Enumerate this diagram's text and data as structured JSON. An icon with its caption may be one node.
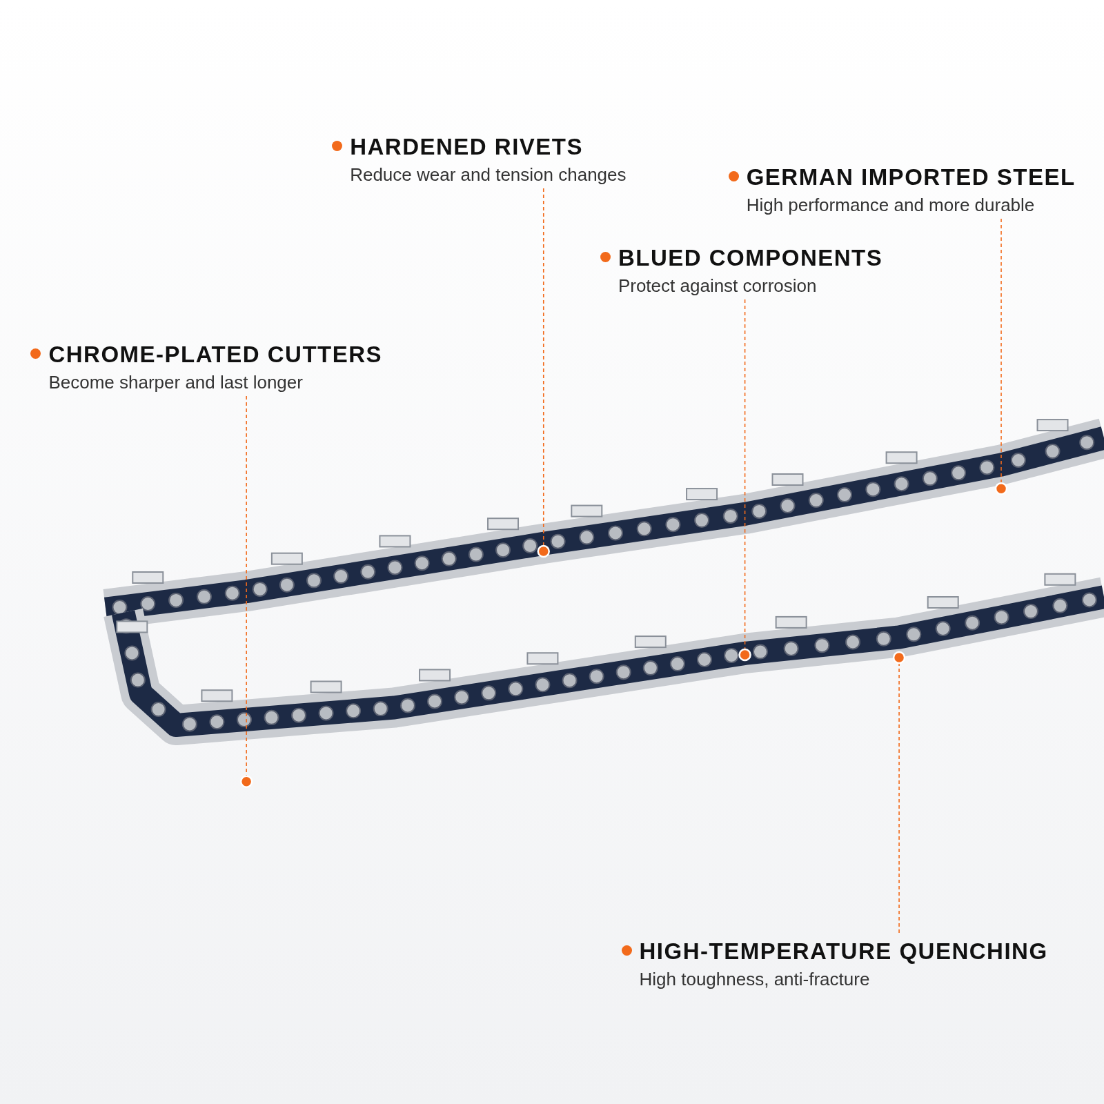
{
  "diagram": {
    "nodes": [
      {
        "text": [
          "HARDENED RIVETS",
          "Reduce wear and tension changes"
        ]
      },
      {
        "text": [
          "GERMAN IMPORTED STEEL",
          "High performance and more durable"
        ]
      },
      {
        "text": [
          "BLUED COMPONENTS",
          "Protect against corrosion"
        ]
      },
      {
        "text": [
          "CHROME-PLATED CUTTERS",
          "Become sharper and last longer"
        ]
      },
      {
        "text": [
          "HIGH-TEMPERATURE QUENCHING",
          "High toughness, anti-fracture"
        ]
      }
    ],
    "edges": [
      {
        "from": 0,
        "to": null,
        "arrow": "other",
        "style": "dashed"
      },
      {
        "from": 1,
        "to": null,
        "arrow": "other",
        "style": "dashed"
      },
      {
        "from": 2,
        "to": null,
        "arrow": "other",
        "style": "dashed"
      },
      {
        "from": 3,
        "to": null,
        "arrow": "other",
        "style": "dashed"
      },
      {
        "from": 4,
        "to": null,
        "arrow": "other",
        "style": "dashed"
      }
    ]
  }
}
